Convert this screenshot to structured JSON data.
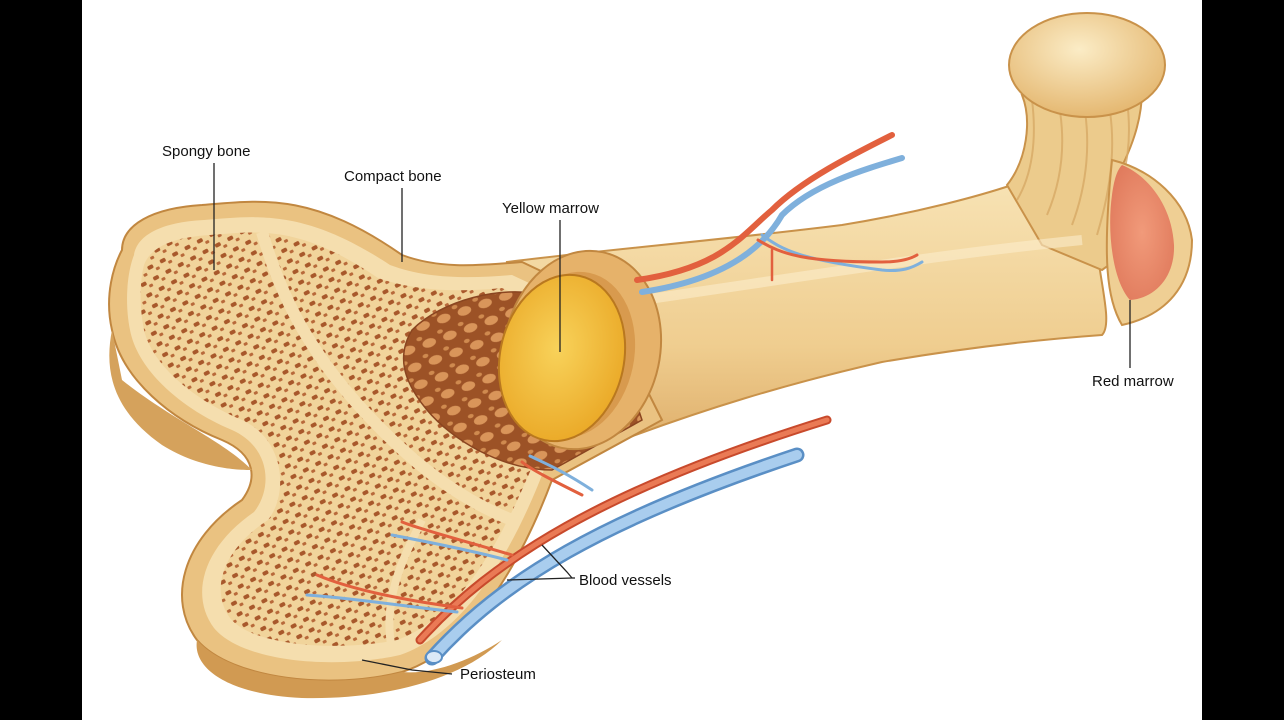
{
  "labels": {
    "spongy_bone": "Spongy bone",
    "compact_bone": "Compact bone",
    "yellow_marrow": "Yellow marrow",
    "red_marrow": "Red marrow",
    "blood_vessels": "Blood vessels",
    "periosteum": "Periosteum"
  },
  "colors": {
    "bone_outer": "#e9bf7c",
    "bone_light": "#f6dfae",
    "bone_shadow": "#c9924a",
    "spongy_bg": "#f3d9a3",
    "spongy_pore": "#a85a2c",
    "marrow_yellow": "#f3bd34",
    "red_marrow": "#ec8a6c",
    "artery": "#e2603e",
    "vein": "#7fb0dc",
    "letterbox": "#000000"
  }
}
